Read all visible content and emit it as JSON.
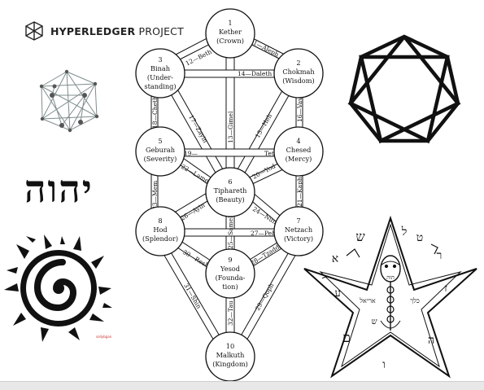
{
  "logo": {
    "brand": "HYPERLEDGER",
    "suffix": "PROJECT"
  },
  "hebrew_name": "יהוה",
  "sephiroth": [
    {
      "num": "1",
      "l1": "Kether",
      "l2": "(Crown)",
      "l3": ""
    },
    {
      "num": "2",
      "l1": "Chokmah",
      "l2": "(Wisdom)",
      "l3": ""
    },
    {
      "num": "3",
      "l1": "Binah",
      "l2": "(Under-",
      "l3": "standing)"
    },
    {
      "num": "4",
      "l1": "Chesed",
      "l2": "(Mercy)",
      "l3": ""
    },
    {
      "num": "5",
      "l1": "Geburah",
      "l2": "(Severity)",
      "l3": ""
    },
    {
      "num": "6",
      "l1": "Tiphareth",
      "l2": "(Beauty)",
      "l3": ""
    },
    {
      "num": "7",
      "l1": "Netzach",
      "l2": "(Victory)",
      "l3": ""
    },
    {
      "num": "8",
      "l1": "Hod",
      "l2": "(Splendor)",
      "l3": ""
    },
    {
      "num": "9",
      "l1": "Yesod",
      "l2": "(Founda-",
      "l3": "tion)"
    },
    {
      "num": "10",
      "l1": "Malkuth",
      "l2": "(Kingdom)",
      "l3": ""
    }
  ],
  "paths": [
    "11—Aleph",
    "12—Beth",
    "13—Gimel",
    "14—Daleth",
    "15—Heh",
    "16—Vav",
    "17—Zayin",
    "18—Cheth",
    "19—",
    "Teth",
    "20—Yod",
    "21—Kaph",
    "22—Lamed",
    "23—Mem",
    "24—Nun",
    "25—Samekh",
    "26—Ayin",
    "27—Peh",
    "28—Tzaddi",
    "29—Qoph",
    "30—Resh",
    "31—Shin",
    "32—Tau"
  ],
  "pentacle": {
    "corner_letters": [
      "ש",
      "ל",
      "ט",
      "ר",
      "א",
      "ע",
      "ז",
      "ם",
      "ו",
      "ה"
    ],
    "inner_text": [
      "אריאל",
      "כלך",
      "הוה",
      "ש"
    ]
  },
  "tiny_label": "sollybgan"
}
